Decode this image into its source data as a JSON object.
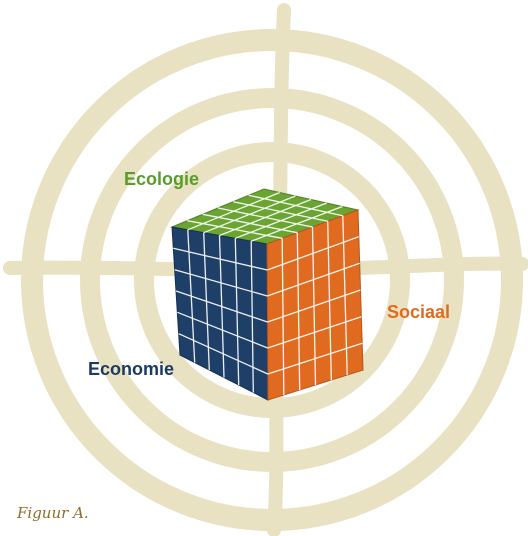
{
  "figure": {
    "labels": {
      "top": "Ecologie",
      "right": "Sociaal",
      "left": "Economie"
    },
    "caption": "Figuur A."
  },
  "colors": {
    "target": "#e8e1c2",
    "ecology_face": "#6aa431",
    "social_face": "#e06b20",
    "economy_face": "#1e3f67",
    "grid_lines": "#ffffff",
    "label_ecology": "#5a9c2c",
    "label_social": "#e06b20",
    "label_economy": "#1c3a63",
    "caption": "#8a6f2b"
  }
}
